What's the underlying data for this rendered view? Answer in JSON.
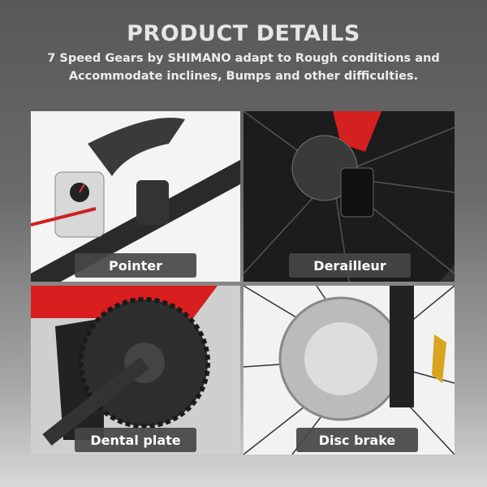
{
  "header": {
    "title": "PRODUCT DETAILS",
    "subtitle_line1": "7 Speed Gears by SHIMANO adapt to Rough conditions and",
    "subtitle_line2": "Accommodate inclines, Bumps and other difficulties."
  },
  "panels": [
    {
      "label": "Pointer"
    },
    {
      "label": "Derailleur"
    },
    {
      "label": "Dental plate"
    },
    {
      "label": "Disc brake"
    }
  ]
}
